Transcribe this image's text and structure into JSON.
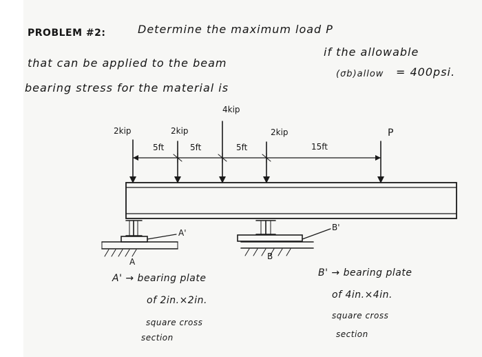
{
  "problem": {
    "heading": "PROBLEM #2:",
    "line1": "Determine the maximum load P",
    "line2_a": "that can be applied to the beam",
    "line2_b": "if the allowable",
    "line3_a": "bearing stress for the material is",
    "line3_b": "(σb)allow",
    "line3_c": "= 400psi."
  },
  "loads": {
    "load_a": "2kip",
    "load_b": "2kip",
    "load_c": "4kip",
    "load_d": "2kip",
    "load_p": "P"
  },
  "dimensions": {
    "d1": "5ft",
    "d2": "5ft",
    "d3": "5ft",
    "d4": "15ft"
  },
  "supports": {
    "a_label": "A",
    "a_plate": "A'",
    "b_label": "B",
    "b_plate": "B'"
  },
  "notes": {
    "a_1": "A' → bearing plate",
    "a_2": "of 2in.×2in.",
    "a_3": "square cross",
    "a_4": "section",
    "b_1": "B' → bearing plate",
    "b_2": "of 4in.×4in.",
    "b_3": "square cross",
    "b_4": "section"
  }
}
